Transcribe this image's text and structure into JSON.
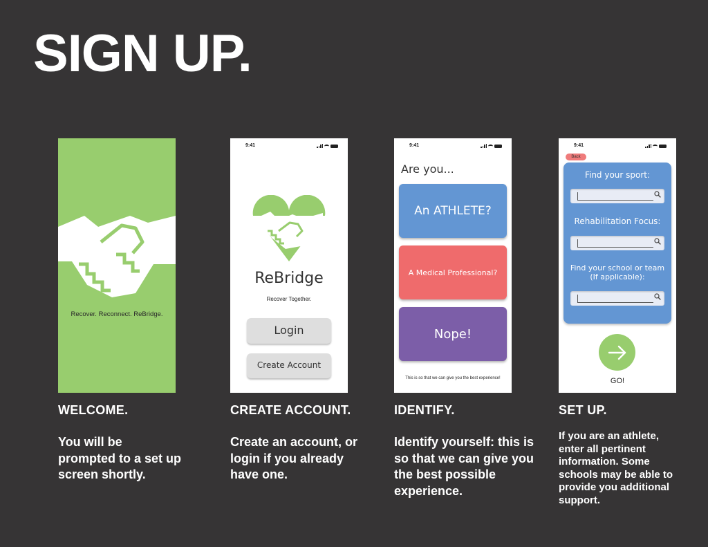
{
  "title": "SIGN UP.",
  "phone": {
    "time": "9:41"
  },
  "welcome": {
    "tagline": "Recover. Reconnect. ReBridge.",
    "caption_title": "WELCOME.",
    "caption_body": "You will be prompted to a set up screen shortly."
  },
  "create_account": {
    "app_name": "ReBridge",
    "app_subtitle": "Recover Together.",
    "login_label": "Login",
    "create_label": "Create Account",
    "caption_title": "CREATE ACCOUNT.",
    "caption_body": "Create an account, or login if you already have one."
  },
  "identify": {
    "heading": "Are you...",
    "options": [
      "An ATHLETE?",
      "A Medical Professional?",
      "Nope!"
    ],
    "note": "This is so that we can give you the best experience!",
    "caption_title": "IDENTIFY.",
    "caption_body": "Identify yourself: this is so that we can give you the best possible experience."
  },
  "setup": {
    "back_label": "Back",
    "sport_label": "Find your sport:",
    "focus_label": "Rehabilitation Focus:",
    "school_label": "Find your school or team (If applicable):",
    "go_label": "GO!",
    "caption_title": "SET UP.",
    "caption_body": "If you are an athlete, enter all pertinent information. Some schools may be able to provide you additional support."
  },
  "colors": {
    "background": "#363435",
    "brand_green": "#98cd6e",
    "athlete_blue": "#6396d3",
    "medical_red": "#ef6b6c",
    "nope_purple": "#7c5ea8"
  },
  "icons": [
    "handshake-logo-icon",
    "heart-handshake-logo-icon",
    "search-icon",
    "arrow-right-icon",
    "signal-icon",
    "wifi-icon",
    "battery-icon"
  ]
}
